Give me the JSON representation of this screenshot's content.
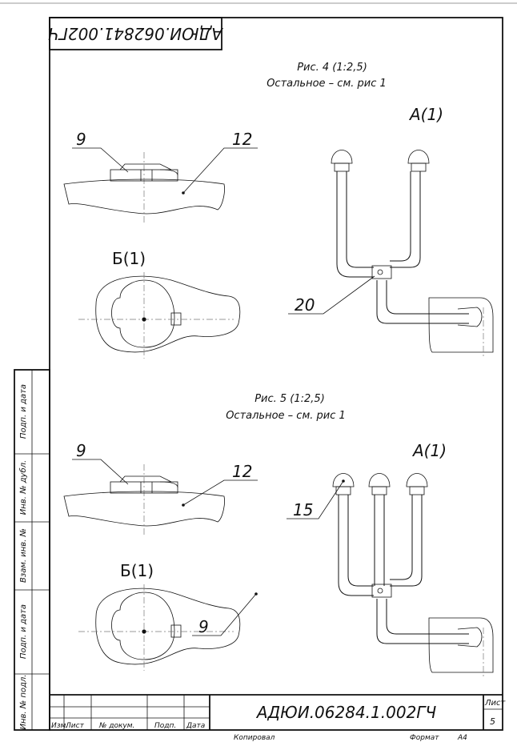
{
  "document": {
    "stamp_top": "АДЮИ.062841.002ГЧ",
    "designation": "АДЮИ.06284.1.002ГЧ",
    "sheet_label": "Лист",
    "sheet_number": "5",
    "copied_label": "Копировал",
    "format_label": "Формат",
    "format_value": "А4"
  },
  "figure4": {
    "caption_line1": "Рис. 4 (1:2,5)",
    "caption_line2": "Остальное – см. рис 1",
    "view_a": "А(1)",
    "view_b": "Б(1)",
    "callouts": [
      "9",
      "12",
      "20"
    ]
  },
  "figure5": {
    "caption_line1": "Рис. 5 (1:2,5)",
    "caption_line2": "Остальное – см. рис 1",
    "view_a": "А(1)",
    "view_b": "Б(1)",
    "callouts": [
      "9",
      "12",
      "15",
      "9"
    ]
  },
  "side_stamp": [
    "Подп. и дата",
    "Инв. № дубл.",
    "Взам. инв. №",
    "Подп. и дата",
    "Инв. № подл."
  ],
  "title_block_columns": [
    "Изм.",
    "Лист",
    "№ докум.",
    "Подп.",
    "Дата"
  ]
}
